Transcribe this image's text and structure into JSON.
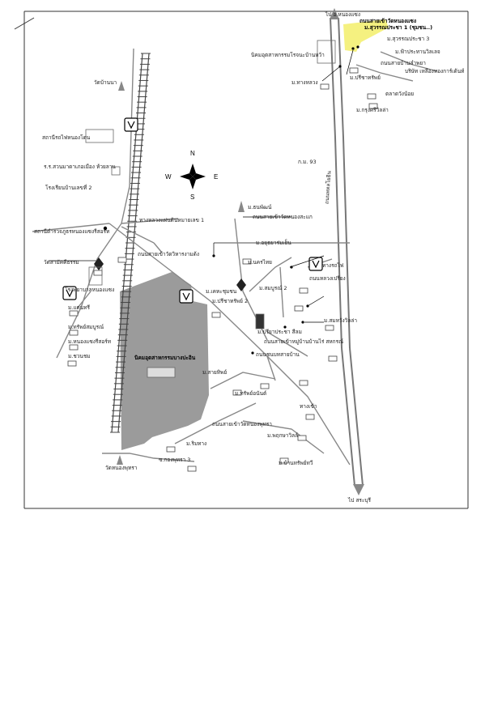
{
  "map": {
    "top_direction": "ไป อ.หนองแซง",
    "bottom_direction": "ไป สระบุรี",
    "highway": "ถนนพหลโยธิน",
    "km_marker": "ก.ม. 93",
    "compass": {
      "n": "N",
      "s": "S",
      "e": "E",
      "w": "W"
    },
    "highlight_label": "ม.สุวรรณประชา 1 (ชุมชน..)",
    "left_labels": [
      "วัดบ้านนา",
      "สถานีรถไฟหนองโดน",
      "ร.ร.สวนมาดาเภอเมือง ห้วยลาน",
      "โรงเรียนบ้านเลขที่ 2",
      "สถานีตำรวจภูธรหนองแซงรีสอร์ท",
      "วัดสามัคคีธรรม",
      "โรงพยาบาลหนองแซง",
      "ม.แดนทรี",
      "ม.ทรัพย์สมบูรณ์",
      "ม.หนองแซงรีสอร์ท",
      "ม.ชวนชม"
    ],
    "right_labels": [
      "ถนนสายเข้าวัดหนองแซง",
      "นิคมอุตสาหกรรมโรจนะบ้านหว้า",
      "ม.สุวรรณประชา 3",
      "ม.ฟ้าประทานวิลเลจ",
      "ม.ทางหลวง",
      "ม.ปรีชาทรัพย์",
      "บริษัท เหลืองทองการ์เด้นท์",
      "ตลาดวังน้อย",
      "ม.กรุงศรีวิลล่า",
      "ถนนสายบ้านลำพยา"
    ],
    "center_labels": [
      "ถนนสายเข้าวัดวิหารงามด้ง",
      "ทางหลวงแผ่นดินหมายเลข 1",
      "ถนนสายเข้าวัดหนองสะแก",
      "ม.ธนพัฒน์",
      "ม.อยุธยาร่มเย็น",
      "ม.นครไทย",
      "ม.เคหะชุมชน",
      "ม.ปรีชาทรัพย์ 2",
      "ม.สมบูรณ์ 2",
      "ถนนหลวงเปรียง",
      "ม.ปรียาประชา สีลม",
      "ถนนสายเข้าหมู่บ้านบ้านไร่ สหกรณ์",
      "ถนนชนบทสายบ้าน",
      "ถนนสายเข้าวัดหนองพุทรา",
      "ม.สายทิพย์",
      "ม.ทรัพย์อนันต์",
      "ม.สมหวังวิลล่า",
      "นิคมอุตสาหกรรมบางปะอิน",
      "ม.ริมทาง",
      "ม.พฤกษาวิลล์",
      "ม.บ้านทรัพย์ทวี",
      "ซ.กองพุทรา 3",
      "วัดหนองพุทรา"
    ],
    "sign_labels": [
      "ทางรถไฟ",
      "ทางเข้า"
    ]
  }
}
